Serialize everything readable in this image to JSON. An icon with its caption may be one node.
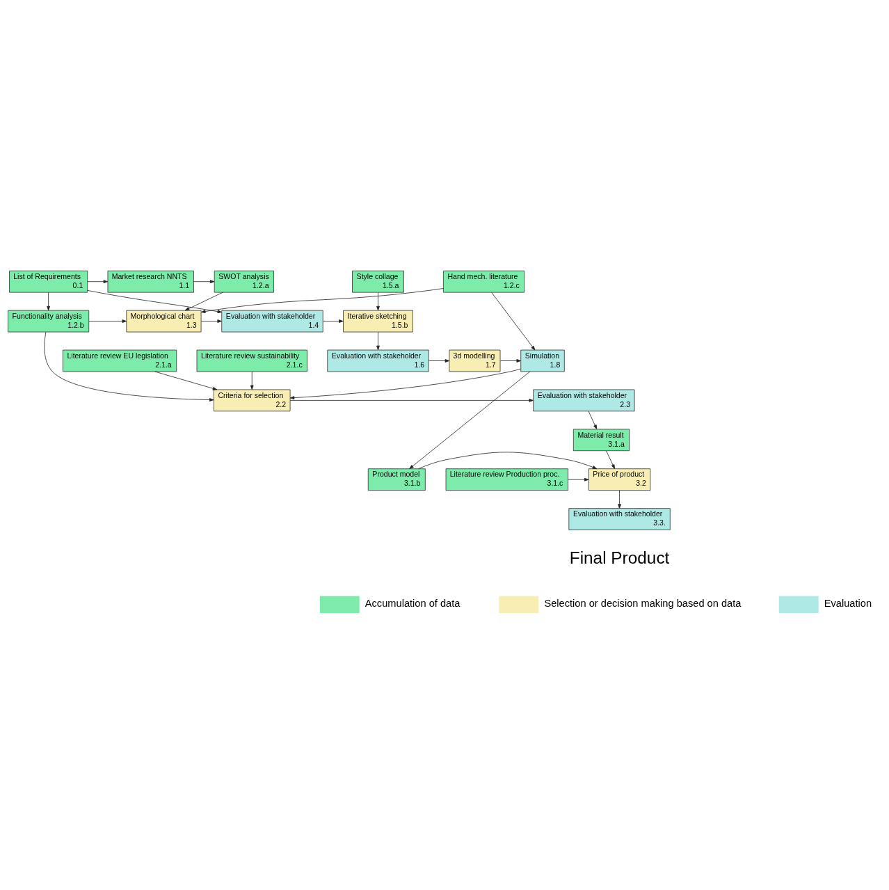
{
  "diagram": {
    "nodes": [
      {
        "text": [
          "List of Requirements",
          "0.1"
        ]
      },
      {
        "text": [
          "Market research NNTS",
          "1.1"
        ]
      },
      {
        "text": [
          "SWOT analysis",
          "1.2.a"
        ]
      },
      {
        "text": [
          "Style collage",
          "1.5.a"
        ]
      },
      {
        "text": [
          "Functionality analysis",
          "1.2.b"
        ]
      },
      {
        "text": [
          "Morphological chart",
          "1.3"
        ]
      },
      {
        "text": [
          "Evaluation with stakeholder",
          "1.4"
        ]
      },
      {
        "text": [
          "Iterative sketching",
          "1.5.b"
        ]
      },
      {
        "text": [
          "Hand mech. literature",
          "1.2.c"
        ]
      },
      {
        "text": [
          "Simulation",
          "1.8"
        ]
      },
      {
        "text": [
          "3d modelling",
          "1.7"
        ]
      },
      {
        "text": [
          "Evaluation with stakeholder",
          "1.6"
        ]
      },
      {
        "text": [
          "Literature review EU legislation",
          "2.1.a"
        ]
      },
      {
        "text": [
          "Criteria for selection",
          "2.2"
        ]
      },
      {
        "text": [
          "Evaluation with stakeholder",
          "2.3"
        ]
      },
      {
        "text": [
          "Literature review sustainability",
          "2.1.c"
        ]
      },
      {
        "text": [
          "Material result",
          "3.1.a"
        ]
      },
      {
        "text": [
          "Product model",
          "3.1.b"
        ]
      },
      {
        "text": [
          "Price of product",
          "3.2"
        ]
      },
      {
        "text": [
          "Literature review Production proc.",
          "3.1.c"
        ]
      },
      {
        "text": [
          "Evaluation with stakeholder",
          "3.3."
        ]
      }
    ],
    "edges": [
      {
        "from": 0,
        "to": 1,
        "arrow": "to"
      },
      {
        "from": 0,
        "to": 4,
        "arrow": "to"
      },
      {
        "from": 0,
        "to": 6,
        "arrow": "to"
      },
      {
        "from": 1,
        "to": 2,
        "arrow": "to"
      },
      {
        "from": 2,
        "to": 5,
        "arrow": "to"
      },
      {
        "from": 4,
        "to": 5,
        "arrow": "to"
      },
      {
        "from": 8,
        "to": 5,
        "arrow": "to"
      },
      {
        "from": 8,
        "to": 9,
        "arrow": "to"
      },
      {
        "from": 5,
        "to": 6,
        "arrow": "to"
      },
      {
        "from": 6,
        "to": 7,
        "arrow": "to"
      },
      {
        "from": 3,
        "to": 7,
        "arrow": "to"
      },
      {
        "from": 7,
        "to": 11,
        "arrow": "to"
      },
      {
        "from": 11,
        "to": 10,
        "arrow": "to"
      },
      {
        "from": 10,
        "to": 9,
        "arrow": "to"
      },
      {
        "from": 4,
        "to": 13,
        "arrow": "to"
      },
      {
        "from": 9,
        "to": 13,
        "arrow": "to"
      },
      {
        "from": 9,
        "to": 17,
        "arrow": "to"
      },
      {
        "from": 12,
        "to": 13,
        "arrow": "to"
      },
      {
        "from": 15,
        "to": 13,
        "arrow": "to"
      },
      {
        "from": 13,
        "to": 14,
        "arrow": "to"
      },
      {
        "from": 14,
        "to": 16,
        "arrow": "to"
      },
      {
        "from": 16,
        "to": 18,
        "arrow": "to"
      },
      {
        "from": 17,
        "to": 18,
        "arrow": "to"
      },
      {
        "from": 19,
        "to": 18,
        "arrow": "to"
      },
      {
        "from": 18,
        "to": 20,
        "arrow": "to"
      }
    ],
    "labels": [
      "Final Product"
    ],
    "legend": [
      {
        "text": "Accumulation of data",
        "color": "#7debaa"
      },
      {
        "text": "Selection or decision making based on data",
        "color": "#f8eeb3"
      },
      {
        "text": "Evaluation",
        "color": "#aee9e5"
      }
    ]
  }
}
